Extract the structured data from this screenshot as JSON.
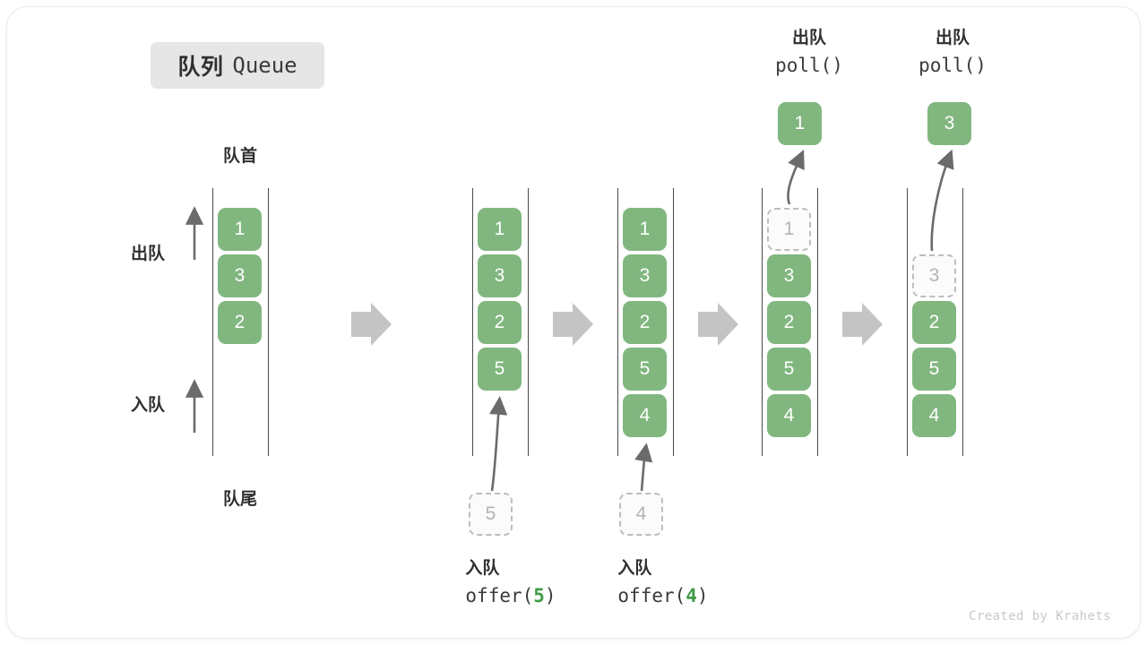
{
  "title": {
    "cn": "队列",
    "en": "Queue"
  },
  "labels": {
    "front": "队首",
    "rear": "队尾",
    "dequeue": "出队",
    "enqueue": "入队"
  },
  "footer": "Created by Krahets",
  "colors": {
    "cell_fill": "#81b77f",
    "cell_text": "#ffffff",
    "ghost_border": "#bdbdbd",
    "ghost_text": "#b3b3b3",
    "badge_bg": "#e6e6e6",
    "accent_green": "#3f9b46",
    "rail": "#4a4a4a",
    "flow_arrow": "#c4c4c4",
    "footer_text": "#c9c9c9"
  },
  "stages": [
    {
      "name": "initial",
      "cells": [
        {
          "value": "1",
          "state": "filled"
        },
        {
          "value": "3",
          "state": "filled"
        },
        {
          "value": "2",
          "state": "filled"
        }
      ]
    },
    {
      "name": "after-offer-5",
      "cells": [
        {
          "value": "1",
          "state": "filled"
        },
        {
          "value": "3",
          "state": "filled"
        },
        {
          "value": "2",
          "state": "filled"
        },
        {
          "value": "5",
          "state": "filled"
        }
      ],
      "incoming": {
        "value": "5",
        "state": "ghost"
      },
      "caption": {
        "cn": "入队",
        "code_prefix": "offer(",
        "code_value": "5",
        "code_suffix": ")"
      }
    },
    {
      "name": "after-offer-4",
      "cells": [
        {
          "value": "1",
          "state": "filled"
        },
        {
          "value": "3",
          "state": "filled"
        },
        {
          "value": "2",
          "state": "filled"
        },
        {
          "value": "5",
          "state": "filled"
        },
        {
          "value": "4",
          "state": "filled"
        }
      ],
      "incoming": {
        "value": "4",
        "state": "ghost"
      },
      "caption": {
        "cn": "入队",
        "code_prefix": "offer(",
        "code_value": "4",
        "code_suffix": ")"
      }
    },
    {
      "name": "after-poll-1",
      "cells": [
        {
          "value": "1",
          "state": "ghost"
        },
        {
          "value": "3",
          "state": "filled"
        },
        {
          "value": "2",
          "state": "filled"
        },
        {
          "value": "5",
          "state": "filled"
        },
        {
          "value": "4",
          "state": "filled"
        }
      ],
      "popped": {
        "value": "1"
      },
      "caption": {
        "cn": "出队",
        "code_prefix": "poll(",
        "code_value": "",
        "code_suffix": ")"
      }
    },
    {
      "name": "after-poll-3",
      "cells": [
        {
          "value": "",
          "state": "empty"
        },
        {
          "value": "3",
          "state": "ghost"
        },
        {
          "value": "2",
          "state": "filled"
        },
        {
          "value": "5",
          "state": "filled"
        },
        {
          "value": "4",
          "state": "filled"
        }
      ],
      "popped": {
        "value": "3"
      },
      "caption": {
        "cn": "出队",
        "code_prefix": "poll(",
        "code_value": "",
        "code_suffix": ")"
      }
    }
  ]
}
